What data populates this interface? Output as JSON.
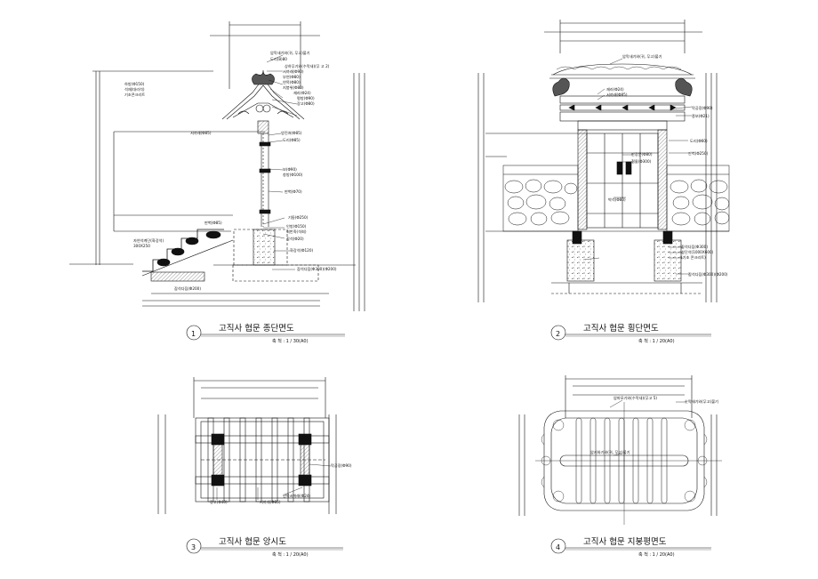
{
  "drawings": [
    {
      "number": "1",
      "title": "고직사 협문 종단면도",
      "scale": "축 척 : 1 / 30(A0)",
      "labels": [
        "암막새기와(귀, 무고)불기",
        "도리(8)80",
        "상하무기와(수막새)(무 고 2)",
        "서까래(Φ90)",
        "부연(Φ80)",
        "연목(Φ80)",
        "지붕위(Φ80)",
        "재라(Φ24)",
        "평방(Φ90)",
        "장고(Φ80)",
        "서까래(Φ85)",
        "양진쳐(Φ85)",
        "도리(Φ85)",
        "보(Φ90)",
        "창방(Φ100)",
        "판벽(Φ70)",
        "판벽(Φ85)",
        "기둥(Φ250)",
        "인방(Φ150)",
        "회반죽(석회)",
        "잡석(Φ20)",
        "자연석계단(화강석)",
        "300X250",
        "화강석(Φ120)",
        "잡석다짐(Φ200)",
        "하방(Φ150)",
        "석재(대리석)",
        "기초콘크리트",
        "잡석다짐(Φ300)(Φ200)"
      ]
    },
    {
      "number": "2",
      "title": "고직사 협문 횡단면도",
      "scale": "축 척 : 1 / 20(A0)",
      "labels": [
        "암막새기와(귀, 무고)불기",
        "재라(Φ24)",
        "서까래(Φ85)",
        "막공장(Φ90)",
        "종보(Φ21)",
        "도리(Φ60)",
        "판벽(Φ250)",
        "판장문(Φ80)",
        "철물(Φ300)",
        "박석(Φ80)",
        "잡석다짐(Φ300)",
        "상단석(1000X600)",
        "(기초 콘크리트)",
        "잡석다짐(Φ300)(Φ200)"
      ]
    },
    {
      "number": "3",
      "title": "고직사 협문 앙시도",
      "scale": "축 척 : 1 / 20(A0)",
      "labels": [
        "막공장(Φ90)",
        "장고(Φ40)",
        "서까래(Φ85)",
        "연목서까래(Φ24)"
      ]
    },
    {
      "number": "4",
      "title": "고직사 협문 지붕평면도",
      "scale": "축 척 : 1 / 20(A0)",
      "labels": [
        "암마모기와(수막새)(무고 5)",
        "숫막새기와(무고)불기",
        "암키와기와(귀, 무고)불기"
      ]
    }
  ],
  "colors": {
    "line": "#111111",
    "hatch": "#444444",
    "paper": "#ffffff"
  }
}
